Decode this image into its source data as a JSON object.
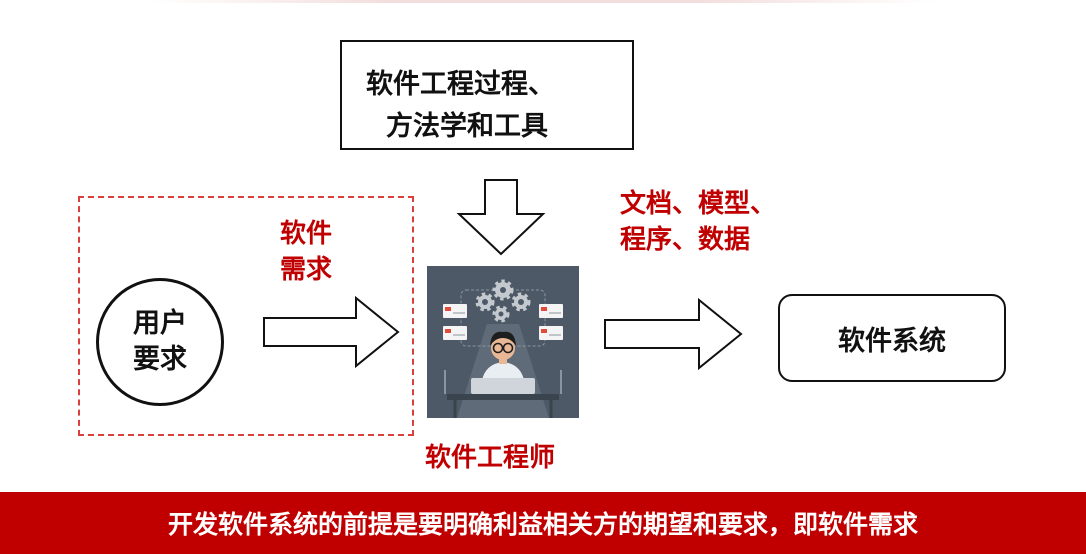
{
  "process_box": {
    "line1": "软件工程过程、",
    "line2": "方法学和工具"
  },
  "user_requirements": {
    "line1": "用户",
    "line2": "要求"
  },
  "software_requirements": {
    "line1": "软件",
    "line2": "需求"
  },
  "artifacts": {
    "line1": "文档、模型、",
    "line2": "程序、数据"
  },
  "software_system": "软件系统",
  "engineer_label": "软件工程师",
  "banner": "开发软件系统的前提是要明确利益相关方的期望和要求，即软件需求",
  "colors": {
    "accent_red": "#c00000",
    "dashed_frame": "#d9403b",
    "outline": "#111111",
    "illustration_bg": "#4d5966"
  },
  "icons": [
    "down-arrow",
    "right-arrow",
    "engineer-illustration",
    "gear"
  ]
}
